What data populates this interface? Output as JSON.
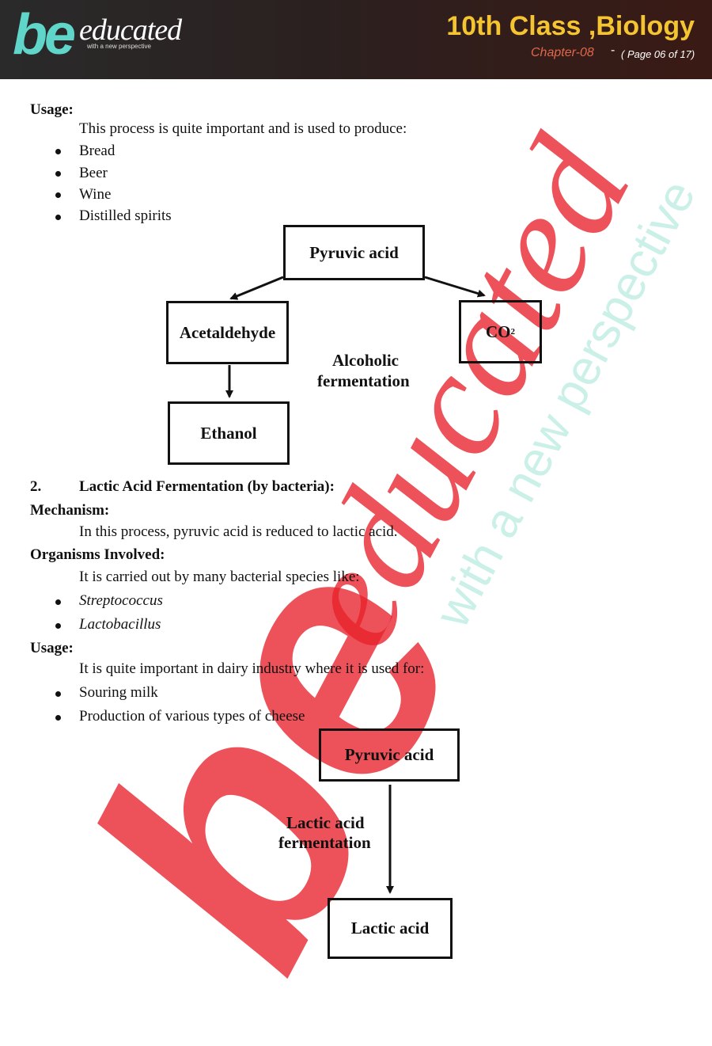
{
  "header": {
    "logo_be": "be",
    "logo_educated": "educated",
    "logo_tagline": "with a new perspective",
    "title": "10th Class ,Biology",
    "chapter": "Chapter-08",
    "dash": "-",
    "page": "( Page 06 of 17)"
  },
  "section1": {
    "usage_heading": "Usage:",
    "usage_intro": "This process is quite important and is used to produce:",
    "items": [
      "Bread",
      "Beer",
      "Wine",
      "Distilled spirits"
    ]
  },
  "diagram1": {
    "top": "Pyruvic acid",
    "left": "Acetaldehyde",
    "right_main": "CO",
    "right_sub": "2",
    "bottom": "Ethanol",
    "label_line1": "Alcoholic",
    "label_line2": "fermentation"
  },
  "section2": {
    "number": "2.",
    "title": "Lactic Acid Fermentation (by bacteria):",
    "mechanism_heading": "Mechanism:",
    "mechanism_text": "In this process, pyruvic acid is reduced to lactic acid.",
    "organisms_heading": "Organisms Involved:",
    "organisms_text": "It is carried out by many bacterial species like:",
    "organisms": [
      "Streptococcus",
      "Lactobacillus"
    ],
    "usage_heading": "Usage:",
    "usage_text": "It is quite important in dairy industry where it is used for:",
    "uses": [
      "Souring milk",
      "Production of various types of cheese"
    ]
  },
  "diagram2": {
    "top": "Pyruvic acid",
    "bottom": "Lactic acid",
    "label_line1": "Lactic acid",
    "label_line2": "fermentation"
  },
  "colors": {
    "header_bg": "#2b2020",
    "title_yellow": "#f4c531",
    "chapter_orange": "#e0674a",
    "logo_teal": "#5fd6c9",
    "watermark_red": "#e8202a",
    "watermark_teal": "#9fe3d6"
  }
}
